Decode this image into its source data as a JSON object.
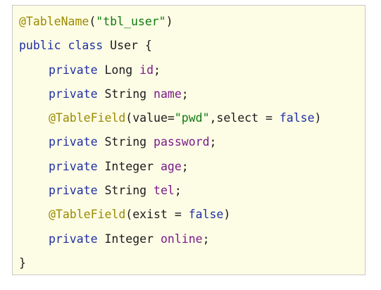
{
  "code": {
    "line1": {
      "annotation": "@TableName",
      "open": "(",
      "string": "\"tbl_user\"",
      "close": ")"
    },
    "line2": {
      "kw1": "public",
      "kw2": "class",
      "name": "User",
      "brace": "{"
    },
    "line3": {
      "kw": "private",
      "type": "Long",
      "field": "id",
      "end": ";"
    },
    "line4": {
      "kw": "private",
      "type": "String",
      "field": "name",
      "end": ";"
    },
    "line5": {
      "annotation": "@TableField",
      "args1": "(value=",
      "string": "\"pwd\"",
      "args2": ",select = ",
      "literal": "false",
      "close": ")"
    },
    "line6": {
      "kw": "private",
      "type": "String",
      "field": "password",
      "end": ";"
    },
    "line7": {
      "kw": "private",
      "type": "Integer",
      "field": "age",
      "end": ";"
    },
    "line8": {
      "kw": "private",
      "type": "String",
      "field": "tel",
      "end": ";"
    },
    "line9": {
      "annotation": "@TableField",
      "args1": "(exist = ",
      "literal": "false",
      "close": ")"
    },
    "line10": {
      "kw": "private",
      "type": "Integer",
      "field": "online",
      "end": ";"
    },
    "line11": {
      "brace": "}"
    }
  },
  "colors": {
    "background": "#fdfde6",
    "keyword": "#1f2fa3",
    "annotation": "#9a8a00",
    "string": "#0f7a0f",
    "field": "#7a1a8a"
  }
}
